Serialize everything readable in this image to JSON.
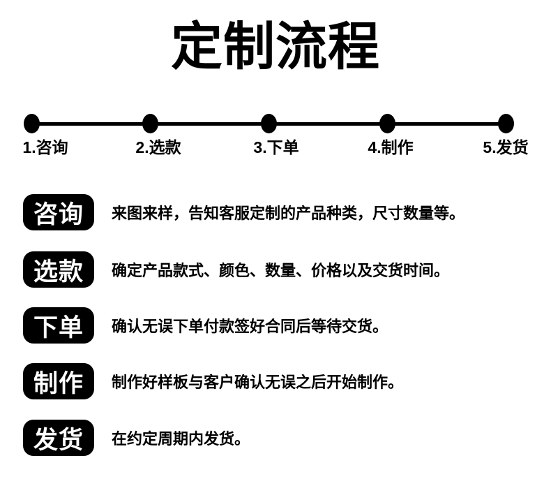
{
  "title": "定制流程",
  "colors": {
    "background": "#ffffff",
    "ink": "#000000",
    "badge_bg": "#000000",
    "badge_text": "#ffffff"
  },
  "timeline": {
    "steps": [
      {
        "label": "1.咨询"
      },
      {
        "label": "2.选款"
      },
      {
        "label": "3.下单"
      },
      {
        "label": "4.制作"
      },
      {
        "label": "5.发货"
      }
    ]
  },
  "steps": [
    {
      "badge": "咨询",
      "desc": "来图来样，告知客服定制的产品种类，尺寸数量等。"
    },
    {
      "badge": "选款",
      "desc": "确定产品款式、颜色、数量、价格以及交货时间。"
    },
    {
      "badge": "下单",
      "desc": "确认无误下单付款签好合同后等待交货。"
    },
    {
      "badge": "制作",
      "desc": "制作好样板与客户确认无误之后开始制作。"
    },
    {
      "badge": "发货",
      "desc": "在约定周期内发货。"
    }
  ]
}
